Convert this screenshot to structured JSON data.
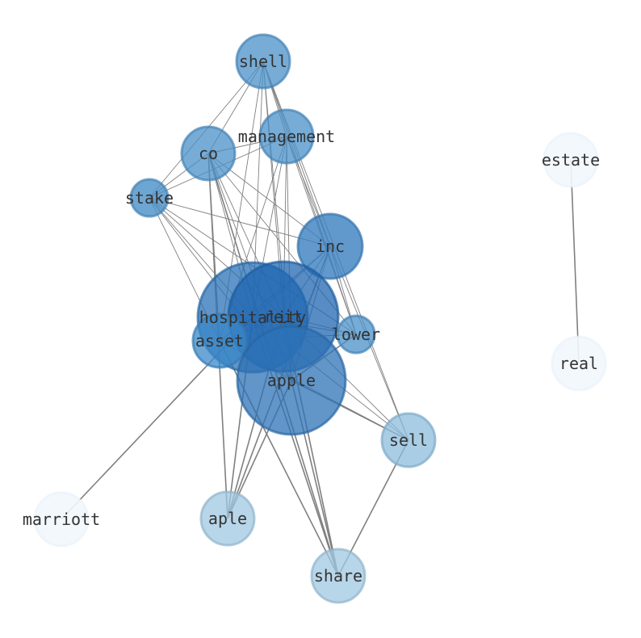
{
  "graph": {
    "nodes": [
      {
        "id": "shell",
        "label": "shell",
        "color": "#4a90c8",
        "opacity": 0.75
      },
      {
        "id": "management",
        "label": "management",
        "color": "#4a90c8",
        "opacity": 0.75
      },
      {
        "id": "co",
        "label": "co",
        "color": "#4a90c8",
        "opacity": 0.75
      },
      {
        "id": "stake",
        "label": "stake",
        "color": "#4a90c8",
        "opacity": 0.8
      },
      {
        "id": "inc",
        "label": "inc",
        "color": "#3a80c0",
        "opacity": 0.8
      },
      {
        "id": "hospitality",
        "label": "hospitality",
        "color": "#2a72b5",
        "opacity": 0.75
      },
      {
        "id": "reit",
        "label": "reit",
        "color": "#1f66b0",
        "opacity": 0.75
      },
      {
        "id": "asset",
        "label": "asset",
        "color": "#3a88c8",
        "opacity": 0.75
      },
      {
        "id": "lower",
        "label": "lower",
        "color": "#4a90c8",
        "opacity": 0.75
      },
      {
        "id": "apple",
        "label": "apple",
        "color": "#2e72b5",
        "opacity": 0.75
      },
      {
        "id": "sell",
        "label": "sell",
        "color": "#8cbcdc",
        "opacity": 0.75
      },
      {
        "id": "aple",
        "label": "aple",
        "color": "#a0c8e2",
        "opacity": 0.75
      },
      {
        "id": "share",
        "label": "share",
        "color": "#a0c8e2",
        "opacity": 0.75
      },
      {
        "id": "marriott",
        "label": "marriott",
        "color": "#f2f7fd",
        "opacity": 0.9
      },
      {
        "id": "estate",
        "label": "estate",
        "color": "#f2f7fd",
        "opacity": 0.9
      },
      {
        "id": "real",
        "label": "real",
        "color": "#f2f7fd",
        "opacity": 0.9
      }
    ],
    "edges": [
      [
        "shell",
        "management"
      ],
      [
        "shell",
        "co"
      ],
      [
        "shell",
        "stake"
      ],
      [
        "shell",
        "inc"
      ],
      [
        "shell",
        "hospitality"
      ],
      [
        "shell",
        "reit"
      ],
      [
        "shell",
        "asset"
      ],
      [
        "shell",
        "lower"
      ],
      [
        "shell",
        "apple"
      ],
      [
        "shell",
        "sell"
      ],
      [
        "management",
        "co"
      ],
      [
        "management",
        "stake"
      ],
      [
        "management",
        "hospitality"
      ],
      [
        "management",
        "reit"
      ],
      [
        "management",
        "asset"
      ],
      [
        "management",
        "apple"
      ],
      [
        "management",
        "lower"
      ],
      [
        "management",
        "inc"
      ],
      [
        "co",
        "stake"
      ],
      [
        "co",
        "inc"
      ],
      [
        "co",
        "hospitality"
      ],
      [
        "co",
        "reit"
      ],
      [
        "co",
        "asset"
      ],
      [
        "co",
        "apple"
      ],
      [
        "co",
        "lower"
      ],
      [
        "co",
        "aple"
      ],
      [
        "co",
        "share"
      ],
      [
        "stake",
        "inc"
      ],
      [
        "stake",
        "hospitality"
      ],
      [
        "stake",
        "reit"
      ],
      [
        "stake",
        "asset"
      ],
      [
        "stake",
        "apple"
      ],
      [
        "stake",
        "lower"
      ],
      [
        "inc",
        "hospitality"
      ],
      [
        "inc",
        "reit"
      ],
      [
        "inc",
        "asset"
      ],
      [
        "inc",
        "apple"
      ],
      [
        "inc",
        "lower"
      ],
      [
        "inc",
        "sell"
      ],
      [
        "inc",
        "aple"
      ],
      [
        "hospitality",
        "reit"
      ],
      [
        "hospitality",
        "asset"
      ],
      [
        "hospitality",
        "apple"
      ],
      [
        "hospitality",
        "lower"
      ],
      [
        "hospitality",
        "sell"
      ],
      [
        "hospitality",
        "aple"
      ],
      [
        "hospitality",
        "share"
      ],
      [
        "hospitality",
        "marriott"
      ],
      [
        "reit",
        "asset"
      ],
      [
        "reit",
        "apple"
      ],
      [
        "reit",
        "lower"
      ],
      [
        "reit",
        "sell"
      ],
      [
        "reit",
        "aple"
      ],
      [
        "reit",
        "share"
      ],
      [
        "asset",
        "apple"
      ],
      [
        "asset",
        "lower"
      ],
      [
        "asset",
        "sell"
      ],
      [
        "asset",
        "share"
      ],
      [
        "apple",
        "lower"
      ],
      [
        "apple",
        "sell"
      ],
      [
        "apple",
        "aple"
      ],
      [
        "apple",
        "share"
      ],
      [
        "sell",
        "share"
      ],
      [
        "estate",
        "real"
      ]
    ]
  }
}
